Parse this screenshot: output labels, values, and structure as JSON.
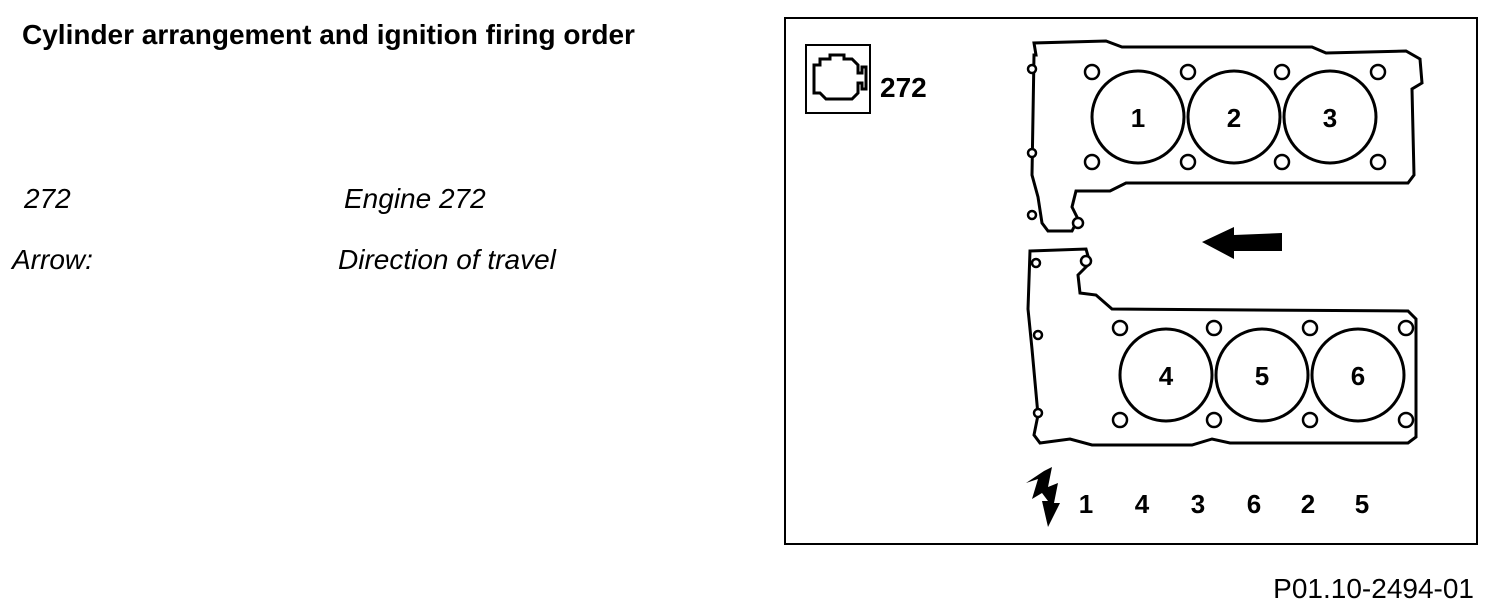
{
  "title": "Cylinder arrangement and ignition firing order",
  "legend": [
    {
      "key": "272",
      "value": "Engine 272"
    },
    {
      "key": "Arrow:",
      "value": "Direction of travel"
    }
  ],
  "diagram": {
    "engine_code": "272",
    "upper_bank": [
      "1",
      "2",
      "3"
    ],
    "lower_bank": [
      "4",
      "5",
      "6"
    ],
    "firing_order": [
      "1",
      "4",
      "3",
      "6",
      "2",
      "5"
    ],
    "icons": [
      "engine-icon",
      "ignition-spark-icon",
      "direction-arrow-icon"
    ]
  },
  "figure_ref": "P01.10-2494-01"
}
